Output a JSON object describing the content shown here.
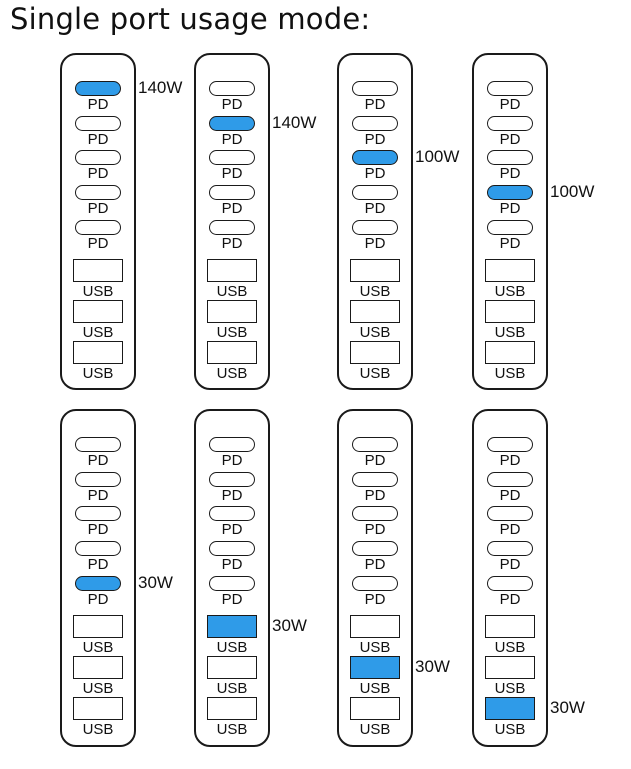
{
  "title": "Single port usage mode:",
  "colors": {
    "active_port": "#2f9be8",
    "outline": "#1a1a1a"
  },
  "port_labels": {
    "pd": "PD",
    "usb": "USB"
  },
  "units": [
    {
      "row": "top",
      "ports": [
        "PD",
        "PD",
        "PD",
        "PD",
        "PD",
        "USB",
        "USB",
        "USB"
      ],
      "active_port": 1,
      "wattage": "140W"
    },
    {
      "row": "top",
      "ports": [
        "PD",
        "PD",
        "PD",
        "PD",
        "PD",
        "USB",
        "USB",
        "USB"
      ],
      "active_port": 2,
      "wattage": "140W"
    },
    {
      "row": "top",
      "ports": [
        "PD",
        "PD",
        "PD",
        "PD",
        "PD",
        "USB",
        "USB",
        "USB"
      ],
      "active_port": 3,
      "wattage": "100W"
    },
    {
      "row": "top",
      "ports": [
        "PD",
        "PD",
        "PD",
        "PD",
        "PD",
        "USB",
        "USB",
        "USB"
      ],
      "active_port": 4,
      "wattage": "100W"
    },
    {
      "row": "bottom",
      "ports": [
        "PD",
        "PD",
        "PD",
        "PD",
        "PD",
        "USB",
        "USB",
        "USB"
      ],
      "active_port": 5,
      "wattage": "30W"
    },
    {
      "row": "bottom",
      "ports": [
        "PD",
        "PD",
        "PD",
        "PD",
        "PD",
        "USB",
        "USB",
        "USB"
      ],
      "active_port": 6,
      "wattage": "30W"
    },
    {
      "row": "bottom",
      "ports": [
        "PD",
        "PD",
        "PD",
        "PD",
        "PD",
        "USB",
        "USB",
        "USB"
      ],
      "active_port": 7,
      "wattage": "30W"
    },
    {
      "row": "bottom",
      "ports": [
        "PD",
        "PD",
        "PD",
        "PD",
        "PD",
        "USB",
        "USB",
        "USB"
      ],
      "active_port": 8,
      "wattage": "30W"
    }
  ]
}
